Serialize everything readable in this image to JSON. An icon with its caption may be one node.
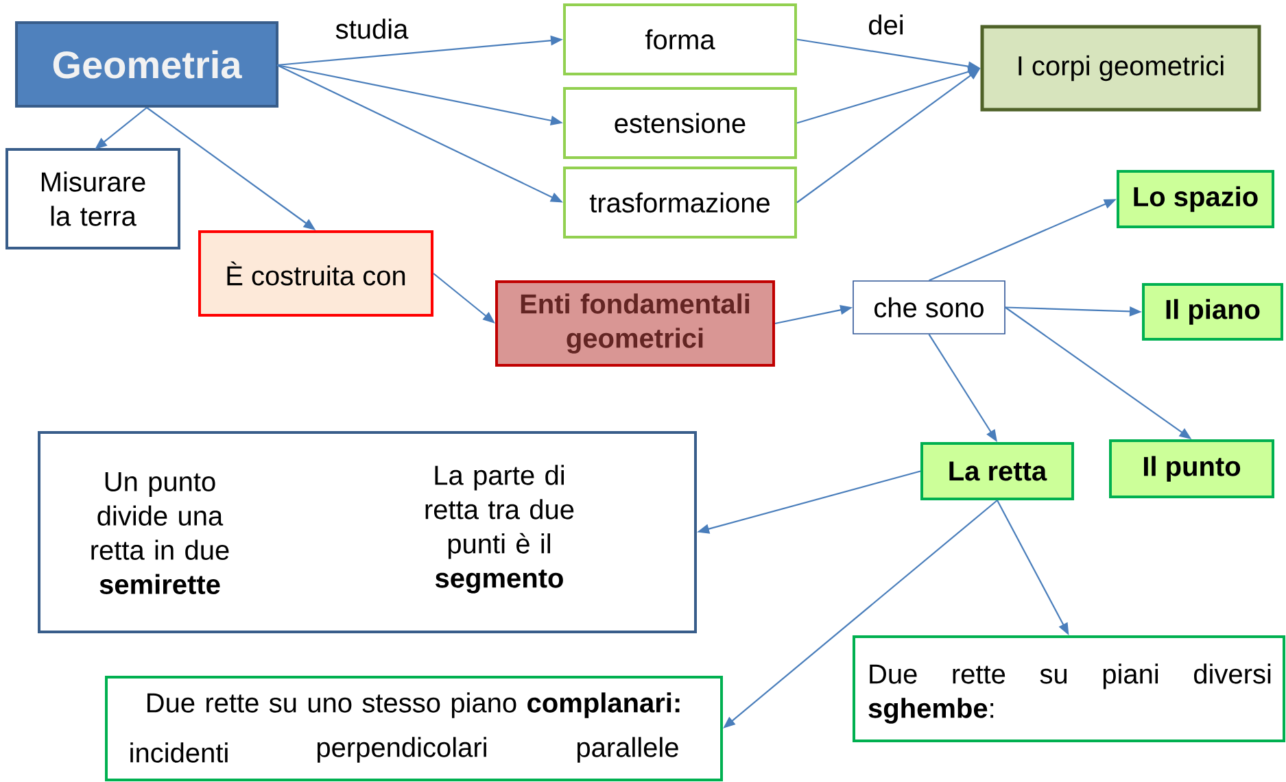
{
  "diagram": {
    "nodes": [
      {
        "text": [
          "Geometria"
        ]
      },
      {
        "text": [
          "forma"
        ]
      },
      {
        "text": [
          "estensione"
        ]
      },
      {
        "text": [
          "trasformazione"
        ]
      },
      {
        "text": [
          "I corpi geometrici"
        ]
      },
      {
        "text": [
          "Misurare la terra"
        ]
      },
      {
        "text": [
          "È costruita con"
        ]
      },
      {
        "text": [
          "Enti fondamentali geometrici"
        ]
      },
      {
        "text": [
          "che sono"
        ]
      },
      {
        "text": [
          "Lo spazio"
        ]
      },
      {
        "text": [
          "Il piano"
        ]
      },
      {
        "text": [
          "La retta"
        ]
      },
      {
        "text": [
          "Il punto"
        ]
      },
      {
        "text": [
          "Un punto divide una retta in due **semirette**",
          "La parte di retta tra due punti è il **segmento**"
        ]
      },
      {
        "text": [
          "Due rette su piani diversi **sghembe**:"
        ]
      },
      {
        "text": [
          "Due rette su uno stesso piano **complanari:**",
          "incidenti",
          "perpendicolari",
          "parallele"
        ]
      }
    ],
    "edges": [
      {
        "from": 0,
        "to": 1,
        "arrow": "to"
      },
      {
        "from": 0,
        "to": 2,
        "arrow": "to"
      },
      {
        "from": 0,
        "to": 3,
        "arrow": "to"
      },
      {
        "from": 1,
        "to": 4,
        "arrow": "to"
      },
      {
        "from": 2,
        "to": 4,
        "arrow": "to"
      },
      {
        "from": 3,
        "to": 4,
        "arrow": "to"
      },
      {
        "from": 0,
        "to": 5,
        "arrow": "to"
      },
      {
        "from": 0,
        "to": 6,
        "arrow": "to"
      },
      {
        "from": 6,
        "to": 7,
        "arrow": "to"
      },
      {
        "from": 7,
        "to": 8,
        "arrow": "to"
      },
      {
        "from": 8,
        "to": 9,
        "arrow": "to"
      },
      {
        "from": 8,
        "to": 10,
        "arrow": "to"
      },
      {
        "from": 8,
        "to": 11,
        "arrow": "to"
      },
      {
        "from": 8,
        "to": 12,
        "arrow": "to"
      },
      {
        "from": 11,
        "to": 13,
        "arrow": "to"
      },
      {
        "from": 11,
        "to": 15,
        "arrow": "to"
      },
      {
        "from": 11,
        "to": 14,
        "arrow": "to"
      }
    ],
    "labels": [
      "studia",
      "dei"
    ]
  }
}
